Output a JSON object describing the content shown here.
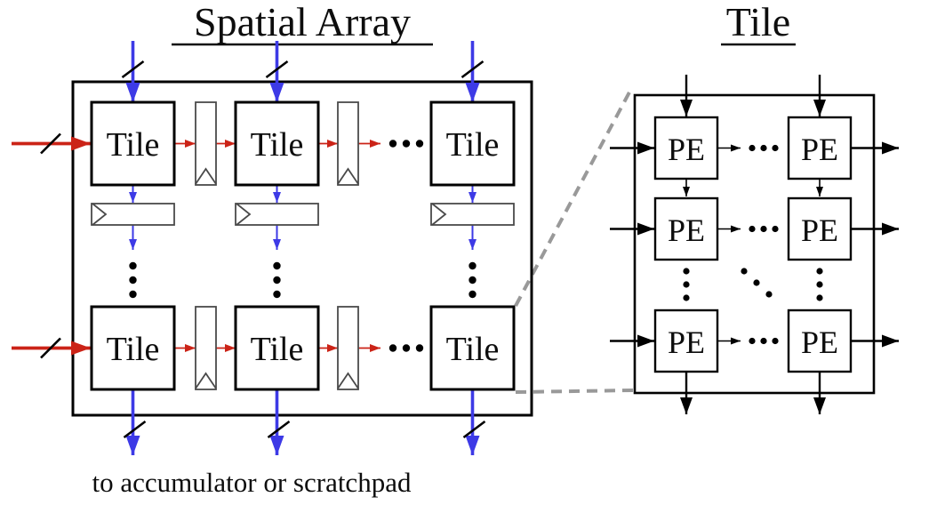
{
  "spatial_array": {
    "title": "Spatial Array",
    "tile_label": "Tile",
    "output_label": "to accumulator or scratchpad"
  },
  "tile_detail": {
    "title": "Tile",
    "pe_label": "PE"
  },
  "colors": {
    "row_dataflow_arrows": "#cb2317",
    "column_dataflow_arrows": "#3d3ae6",
    "pe_dataflow_arrows": "#000000",
    "box_outline": "#000000",
    "register_outline": "#4a4a4a",
    "zoom_callout_dashes": "#999999",
    "background": "#ffffff"
  }
}
